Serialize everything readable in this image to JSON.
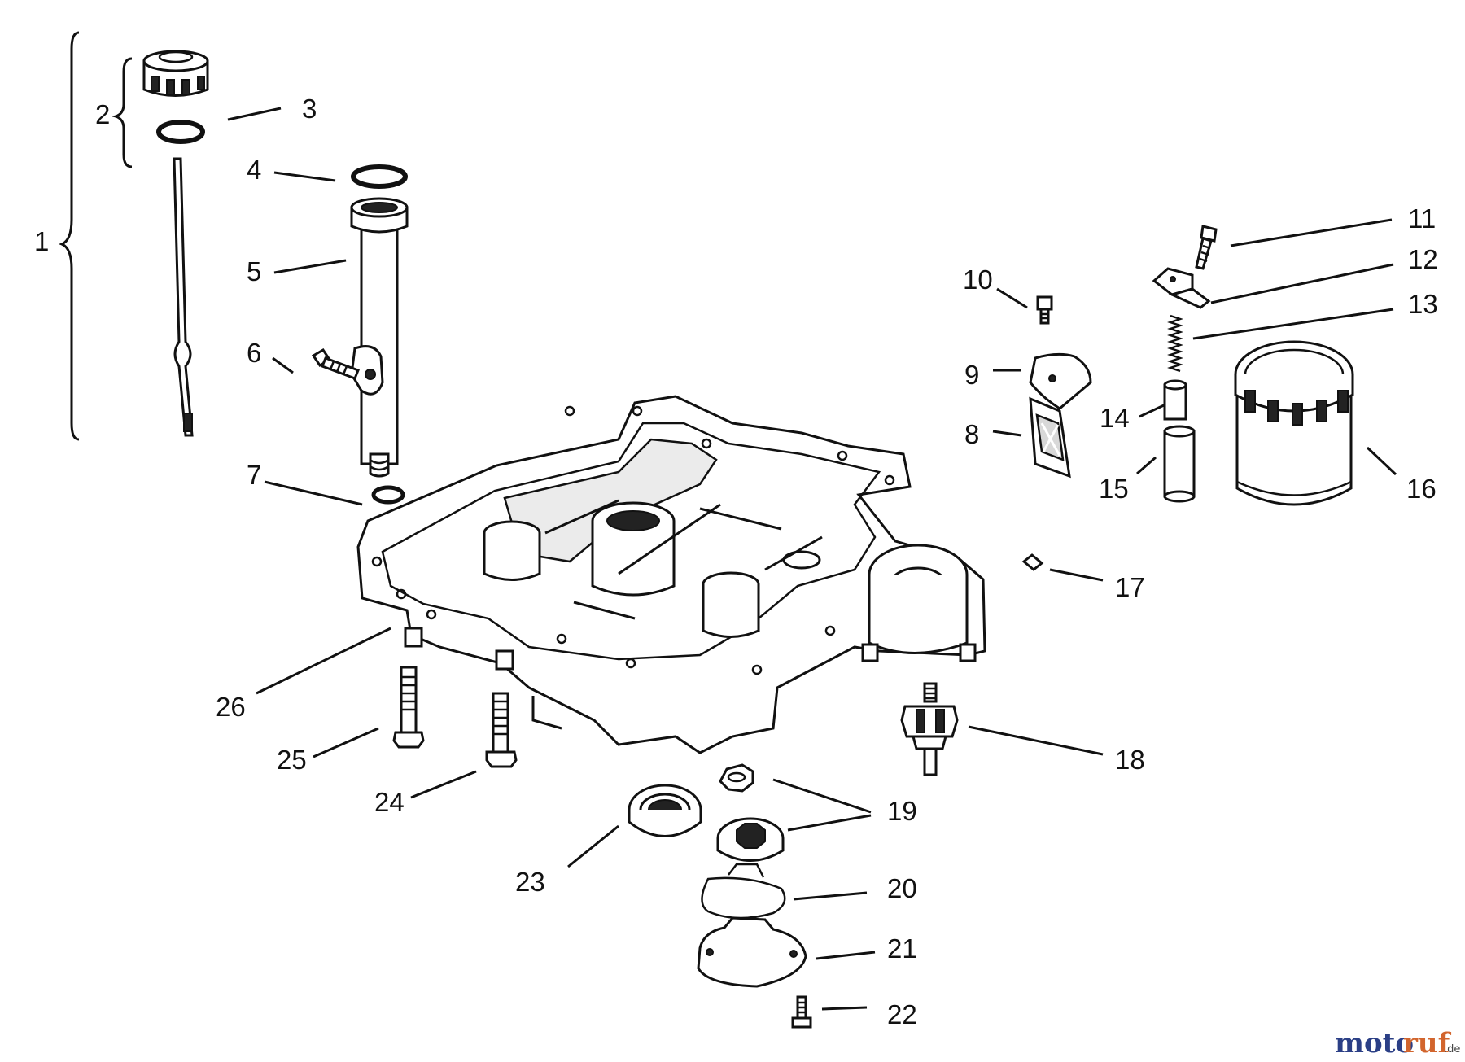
{
  "labels": {
    "l1": "1",
    "l2": "2",
    "l3": "3",
    "l4": "4",
    "l5": "5",
    "l6": "6",
    "l7": "7",
    "l8": "8",
    "l9": "9",
    "l10": "10",
    "l11": "11",
    "l12": "12",
    "l13": "13",
    "l14": "14",
    "l15": "15",
    "l16": "16",
    "l17": "17",
    "l18": "18",
    "l19": "19",
    "l20": "20",
    "l21": "21",
    "l22": "22",
    "l23": "23",
    "l24": "24",
    "l25": "25",
    "l26": "26"
  },
  "watermark": {
    "part_a": "moto",
    "part_b": "ruf",
    "suffix": ".de"
  },
  "colors": {
    "watermark_blue": "#2b3f86",
    "watermark_orange": "#d2652d",
    "line": "#111111"
  }
}
